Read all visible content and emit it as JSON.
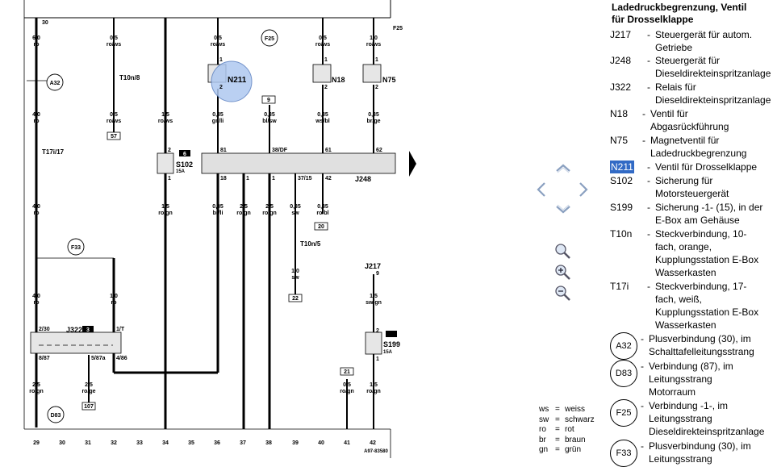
{
  "diagram": {
    "ref_code": "A97-83580",
    "top_labels": {
      "left": "30",
      "right": "F25"
    },
    "bottom_numbers": [
      "29",
      "30",
      "31",
      "32",
      "33",
      "34",
      "35",
      "36",
      "37",
      "38",
      "39",
      "40",
      "41",
      "42"
    ],
    "wires": [
      {
        "id": "w1",
        "gauge": "6,0",
        "color": "ro"
      },
      {
        "id": "w2",
        "gauge": "0,5",
        "color": "ro/ws"
      },
      {
        "id": "w3",
        "gauge": "0,5",
        "color": "ro/ws"
      },
      {
        "id": "w4",
        "gauge": "0,5",
        "color": "ro/ws"
      },
      {
        "id": "w5",
        "gauge": "1,0",
        "color": "ro/ws"
      },
      {
        "id": "w6",
        "gauge": "4,0",
        "color": "ro"
      },
      {
        "id": "w7",
        "gauge": "0,5",
        "color": "ro/ws"
      },
      {
        "id": "w8",
        "gauge": "1,5",
        "color": "ro/ws"
      },
      {
        "id": "w9",
        "gauge": "0,35",
        "color": "gn/li"
      },
      {
        "id": "w10",
        "gauge": "0,35",
        "color": "bl/sw"
      },
      {
        "id": "w11",
        "gauge": "0,35",
        "color": "ws/bl"
      },
      {
        "id": "w12",
        "gauge": "0,35",
        "color": "br/ge"
      },
      {
        "id": "w13",
        "gauge": "4,0",
        "color": "ro"
      },
      {
        "id": "w14",
        "gauge": "1,5",
        "color": "ro/gn"
      },
      {
        "id": "w15",
        "gauge": "0,35",
        "color": "br/li"
      },
      {
        "id": "w16",
        "gauge": "2,5",
        "color": "ro/gn"
      },
      {
        "id": "w17",
        "gauge": "2,5",
        "color": "ro/gn"
      },
      {
        "id": "w18",
        "gauge": "0,35",
        "color": "sw"
      },
      {
        "id": "w19",
        "gauge": "0,35",
        "color": "ro/bl"
      },
      {
        "id": "w20",
        "gauge": "1,0",
        "color": "sw"
      },
      {
        "id": "w21",
        "gauge": "4,0",
        "color": "ro"
      },
      {
        "id": "w22",
        "gauge": "1,0",
        "color": "ro"
      },
      {
        "id": "w23",
        "gauge": "1,5",
        "color": "sw/gn"
      },
      {
        "id": "w24",
        "gauge": "2,5",
        "color": "ro/gn"
      },
      {
        "id": "w25",
        "gauge": "2,5",
        "color": "ro/ge"
      },
      {
        "id": "w26",
        "gauge": "0,5",
        "color": "ro/gn"
      },
      {
        "id": "w27",
        "gauge": "1,5",
        "color": "ro/gn"
      }
    ],
    "boxes": [
      "57",
      "9",
      "20",
      "22",
      "21",
      "107",
      "6",
      "3"
    ],
    "components": {
      "t10n8": "T10n/8",
      "t17i17": "T17i/17",
      "t10n5": "T10n/5",
      "s102": "S102",
      "s102_amp": "15A",
      "s199": "S199",
      "s199_amp": "15A",
      "n211": "N211",
      "n18": "N18",
      "n75": "N75",
      "j248": "J248",
      "j322": "J322",
      "j217": "J217"
    },
    "circles": [
      "A32",
      "F25",
      "F33",
      "D83"
    ],
    "pins": [
      "1",
      "2",
      "1",
      "2",
      "1",
      "2",
      "2",
      "1",
      "81",
      "38/DF",
      "61",
      "62",
      "18",
      "1",
      "1",
      "37/15",
      "42",
      "2/30",
      "1/T",
      "8/87",
      "5/87a",
      "4/86",
      "2",
      "1",
      "9"
    ],
    "pin_side": "38"
  },
  "legend": {
    "title_lines": [
      "Ladedruckbegrenzung, Ventil",
      "für Drosselklappe"
    ],
    "entries": [
      {
        "code": "J217",
        "lines": [
          "Steuergerät für autom.",
          "Getriebe"
        ]
      },
      {
        "code": "J248",
        "lines": [
          "Steuergerät für",
          "Dieseldirekteinspritzanlage"
        ]
      },
      {
        "code": "J322",
        "lines": [
          "Relais für",
          "Dieseldirekteinspritzanlage"
        ]
      },
      {
        "code": "N18",
        "lines": [
          "Ventil für",
          "Abgasrückführung"
        ]
      },
      {
        "code": "N75",
        "lines": [
          "Magnetventil für",
          "Ladedruckbegrenzung"
        ]
      },
      {
        "code": "N211",
        "lines": [
          "Ventil für Drosselklappe"
        ]
      },
      {
        "code": "S102",
        "lines": [
          "Sicherung für",
          "Motorsteuergerät"
        ]
      },
      {
        "code": "S199",
        "lines": [
          "Sicherung -1- (15), in der",
          "E-Box am Gehäuse"
        ]
      },
      {
        "code": "T10n",
        "lines": [
          "Steckverbindung, 10-",
          "fach, orange,",
          "Kupplungsstation E-Box",
          "Wasserkasten"
        ]
      },
      {
        "code": "T17i",
        "lines": [
          "Steckverbindung, 17-",
          "fach, weiß,",
          "Kupplungsstation E-Box",
          "Wasserkasten"
        ]
      },
      {
        "code": "A32",
        "lines": [
          "Plusverbindung (30), im",
          "Schalttafelleitungsstrang"
        ]
      },
      {
        "code": "D83",
        "lines": [
          "Verbindung (87), im",
          "Leitungsstrang",
          "Motorraum"
        ]
      },
      {
        "code": "F25",
        "lines": [
          "Verbindung -1-, im",
          "Leitungsstrang",
          "Dieseldirekteinspritzanlage"
        ]
      },
      {
        "code": "F33",
        "lines": [
          "Plusverbindung (30), im",
          "Leitungsstrang"
        ]
      }
    ]
  },
  "color_key": [
    {
      "abbr": "ws",
      "name": "weiss"
    },
    {
      "abbr": "sw",
      "name": "schwarz"
    },
    {
      "abbr": "ro",
      "name": "rot"
    },
    {
      "abbr": "br",
      "name": "braun"
    },
    {
      "abbr": "gn",
      "name": "grün"
    }
  ],
  "colors": {
    "highlight": "#316ac5",
    "marker": "#aec8f0",
    "wire": "#000000"
  }
}
